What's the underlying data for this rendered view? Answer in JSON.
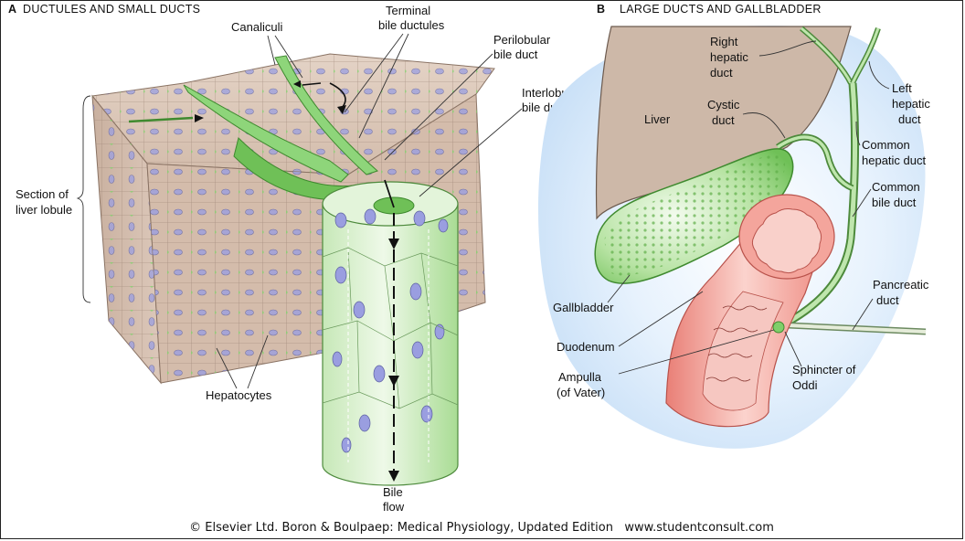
{
  "panel_a": {
    "letter": "A",
    "title": "DUCTULES AND SMALL DUCTS",
    "labels": {
      "canaliculi": "Canaliculi",
      "terminal_1": "Terminal",
      "terminal_2": "bile ductules",
      "perilobular_1": "Perilobular",
      "perilobular_2": "bile duct",
      "interlobular_1": "Interlobular",
      "interlobular_2": "bile duct",
      "section_1": "Section of",
      "section_2": "liver lobule",
      "hepatocytes": "Hepatocytes",
      "bile_flow_1": "Bile",
      "bile_flow_2": "flow"
    }
  },
  "panel_b": {
    "letter": "B",
    "title": "LARGE DUCTS AND GALLBLADDER",
    "labels": {
      "right_hepatic_1": "Right",
      "right_hepatic_2": "hepatic",
      "right_hepatic_3": "duct",
      "left_hepatic_1": "Left",
      "left_hepatic_2": "hepatic",
      "left_hepatic_3": "duct",
      "liver": "Liver",
      "cystic_1": "Cystic",
      "cystic_2": "duct",
      "common_hepatic_1": "Common",
      "common_hepatic_2": "hepatic duct",
      "common_bile_1": "Common",
      "common_bile_2": "bile duct",
      "pancreatic_1": "Pancreatic",
      "pancreatic_2": "duct",
      "gallbladder": "Gallbladder",
      "duodenum": "Duodenum",
      "ampulla_1": "Ampulla",
      "ampulla_2": "(of Vater)",
      "sphincter_1": "Sphincter of",
      "sphincter_2": "Oddi"
    }
  },
  "footer": {
    "copyright": "© Elsevier Ltd. Boron & Boulpaep: Medical Physiology, Updated Edition   www.studentconsult.com"
  },
  "colors": {
    "tissue": "#d8c2b3",
    "tissue_dark": "#bfa392",
    "bile_green": "#7fcf6a",
    "duct_light": "#dff3d3",
    "nucleus": "#9a9ee0",
    "duodenum_red": "#f2a8a0",
    "liver_b": "#cdb8a8",
    "background_blue": "#dfeefc"
  }
}
